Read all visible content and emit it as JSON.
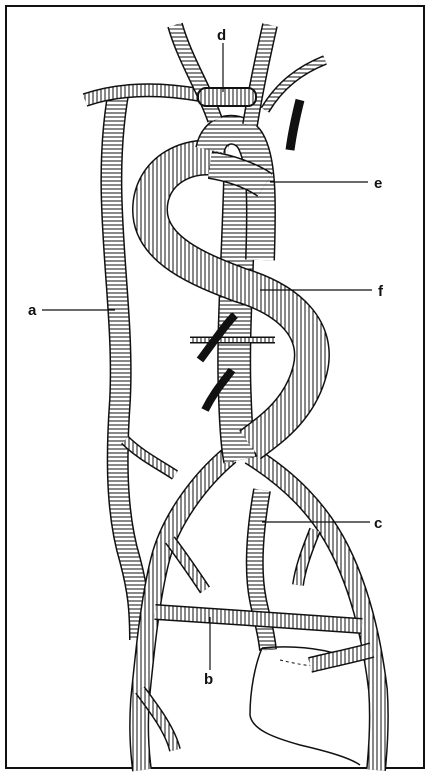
{
  "labels": {
    "a": "a",
    "b": "b",
    "c": "c",
    "d": "d",
    "e": "e",
    "f": "f"
  },
  "colors": {
    "ink": "#111111",
    "vessel_fill": "#ffffff",
    "frame": "#111111"
  }
}
